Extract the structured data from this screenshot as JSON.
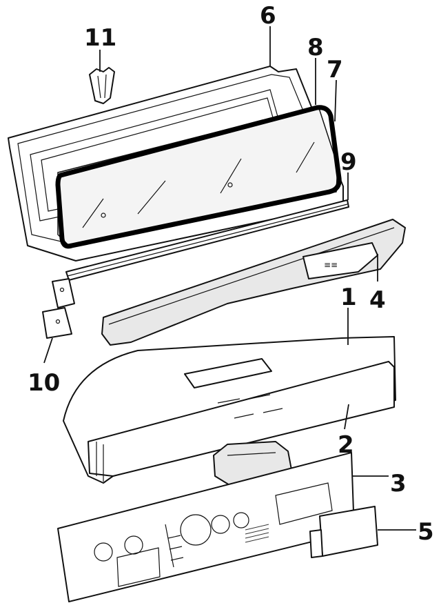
{
  "diagram": {
    "callouts": [
      {
        "id": "1",
        "label": "1"
      },
      {
        "id": "2",
        "label": "2"
      },
      {
        "id": "3",
        "label": "3"
      },
      {
        "id": "4",
        "label": "4"
      },
      {
        "id": "5",
        "label": "5"
      },
      {
        "id": "6",
        "label": "6"
      },
      {
        "id": "7",
        "label": "7"
      },
      {
        "id": "8",
        "label": "8"
      },
      {
        "id": "9",
        "label": "9"
      },
      {
        "id": "10",
        "label": "10"
      },
      {
        "id": "11",
        "label": "11"
      }
    ],
    "trim_badge": "≡≡"
  }
}
